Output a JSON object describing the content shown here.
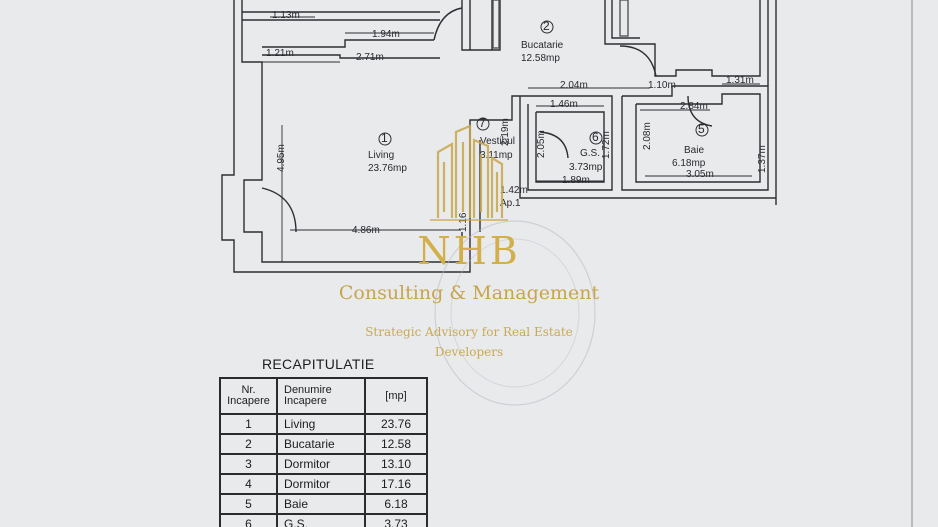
{
  "plan": {
    "dims": {
      "d_113": "1.13m",
      "d_194": "1.94m",
      "d_121": "1.21m",
      "d_271": "2.71m",
      "d_204": "2.04m",
      "d_110": "1.10m",
      "d_131": "1.31m",
      "d_146": "1.46m",
      "d_284": "2.84m",
      "d_495": "4.95m",
      "d_219": "2.19m",
      "d_205": "2.05m",
      "d_172": "1.72m",
      "d_208": "2.08m",
      "d_137": "1.37m",
      "d_142": "1.42m",
      "d_189": "1.89m",
      "d_305": "3.05m",
      "d_486": "4.86m",
      "d_116": "1.16"
    },
    "rooms": {
      "living": {
        "num": "1",
        "name": "Living",
        "area": "23.76mp"
      },
      "bucatarie": {
        "num": "2",
        "name": "Bucatarie",
        "area": "12.58mp"
      },
      "vestibul": {
        "num": "7",
        "name": "Vestibul",
        "area": "3.11mp"
      },
      "gs": {
        "num": "6",
        "name": "G.S.",
        "area": "3.73mp"
      },
      "baie": {
        "num": "5",
        "name": "Baie",
        "area": "6.18mp"
      }
    },
    "apartment_label": "Ap.1"
  },
  "watermark": {
    "brand": "NHB",
    "subtitle": "Consulting & Management",
    "tagline": "Strategic Advisory for Real Estate Developers",
    "gold_color": "#c9a648"
  },
  "recap": {
    "title": "RECAPITULATIE",
    "headers": {
      "nr": "Nr. Incapere",
      "name": "Denumire Incapere",
      "area": "[mp]"
    },
    "rows": [
      {
        "nr": "1",
        "name": "Living",
        "area": "23.76"
      },
      {
        "nr": "2",
        "name": "Bucatarie",
        "area": "12.58"
      },
      {
        "nr": "3",
        "name": "Dormitor",
        "area": "13.10"
      },
      {
        "nr": "4",
        "name": "Dormitor",
        "area": "17.16"
      },
      {
        "nr": "5",
        "name": "Baie",
        "area": "6.18"
      },
      {
        "nr": "6",
        "name": "G.S.",
        "area": "3.73"
      }
    ]
  }
}
